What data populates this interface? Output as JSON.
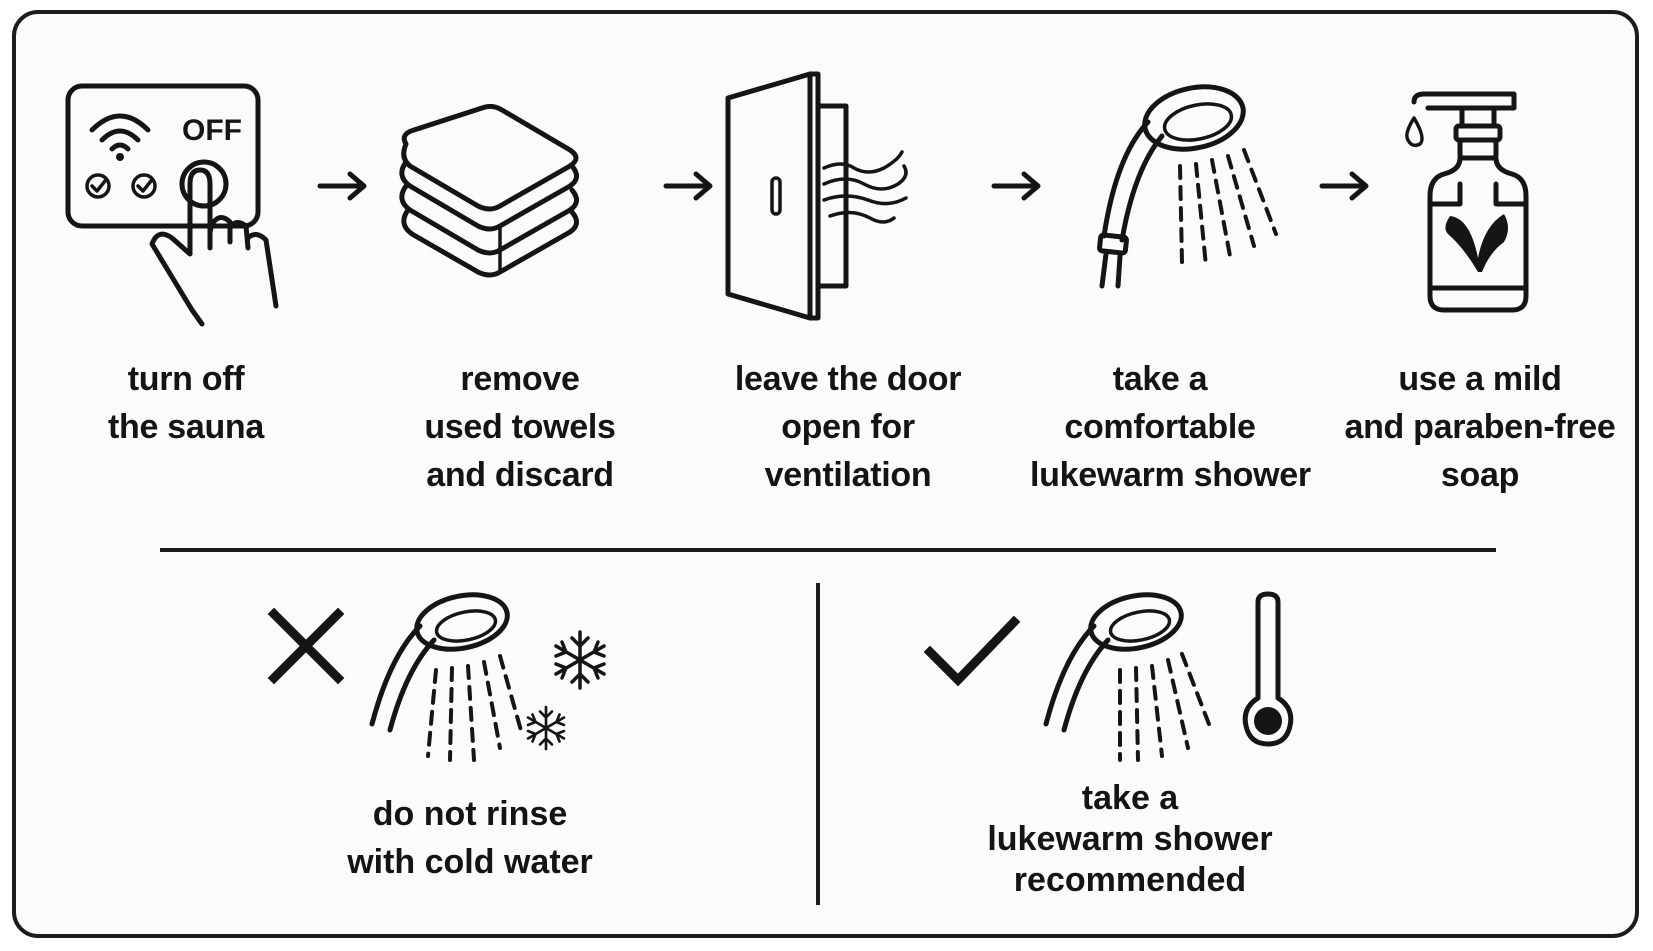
{
  "steps": [
    {
      "icon": "control-panel-off-icon",
      "button_text": "OFF",
      "lines": [
        "turn off",
        "the sauna"
      ]
    },
    {
      "icon": "folded-towels-icon",
      "lines": [
        "remove",
        "used towels",
        "and discard"
      ]
    },
    {
      "icon": "open-door-ventilation-icon",
      "lines": [
        "leave the door",
        "open for",
        "ventilation"
      ]
    },
    {
      "icon": "shower-head-icon",
      "lines": [
        "take a",
        "comfortable",
        "lukewarm shower"
      ]
    },
    {
      "icon": "soap-dispenser-icon",
      "lines": [
        "use a mild",
        "and paraben-free",
        "soap"
      ]
    }
  ],
  "arrow_icon": "right-arrow-icon",
  "dont": {
    "mark_icon": "cross-icon",
    "icons": [
      "shower-head-icon",
      "snowflake-icon"
    ],
    "lines": [
      "do not rinse",
      "with cold water"
    ]
  },
  "do": {
    "mark_icon": "checkmark-icon",
    "icons": [
      "shower-head-icon",
      "thermometer-icon"
    ],
    "lines": [
      "take a",
      "lukewarm shower",
      "recommended"
    ]
  },
  "colors": {
    "ink": "#151515",
    "background": "#fbfbfb",
    "border": "#1c1c1c"
  }
}
